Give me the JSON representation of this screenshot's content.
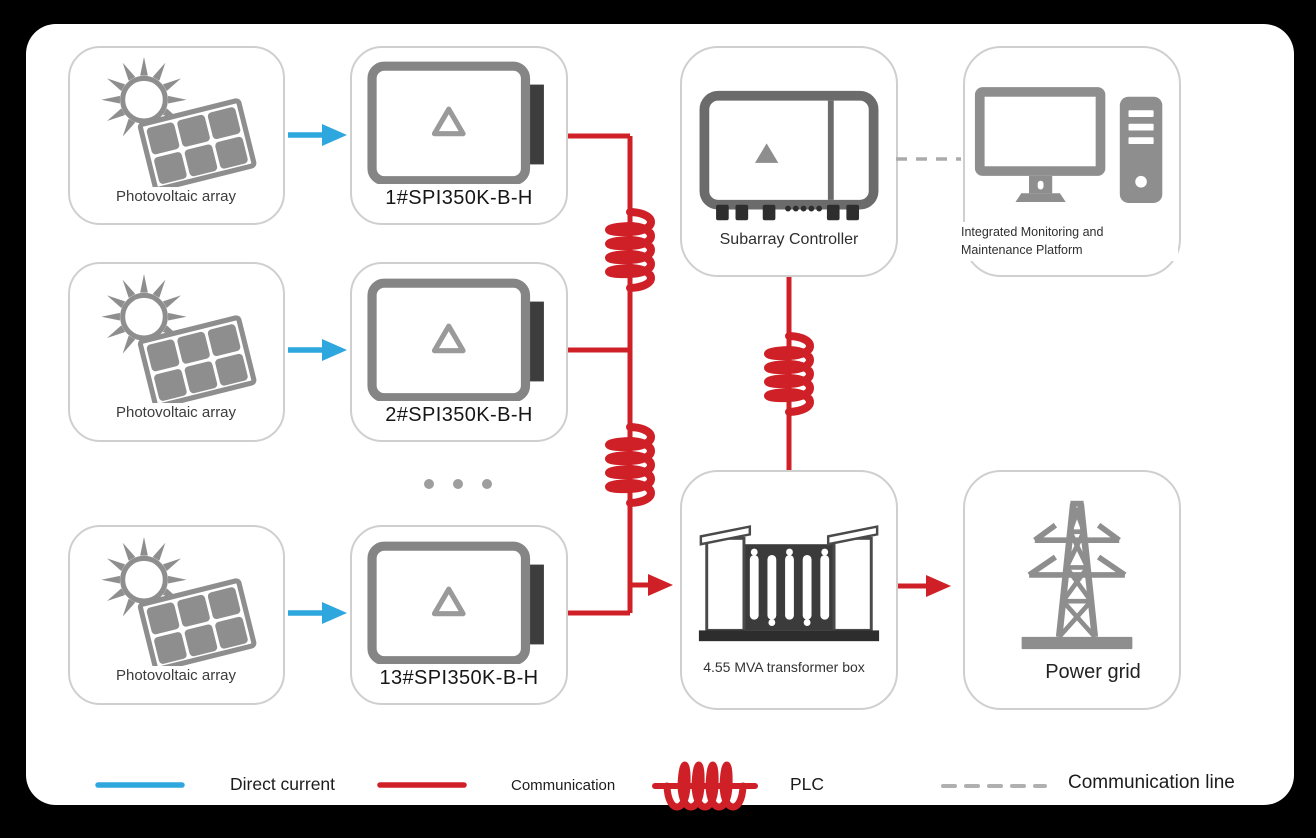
{
  "nodes": {
    "pv_arrays": [
      {
        "label": "Photovoltaic array"
      },
      {
        "label": "Photovoltaic array"
      },
      {
        "label": "Photovoltaic array"
      }
    ],
    "inverters": [
      {
        "label": "1#SPI350K-B-H"
      },
      {
        "label": "2#SPI350K-B-H"
      },
      {
        "label": "13#SPI350K-B-H"
      }
    ],
    "controller": {
      "label": "Subarray Controller"
    },
    "platform": {
      "label": "Integrated Monitoring and Maintenance Platform"
    },
    "transformer": {
      "label": "4.55 MVA transformer box"
    },
    "power_grid": {
      "label": "Power grid"
    }
  },
  "legend": {
    "items": [
      {
        "name": "direct-current",
        "label": "Direct current",
        "color": "#2ea7de",
        "style": "solid"
      },
      {
        "name": "communication",
        "label": "Communication",
        "color": "#d02027",
        "style": "solid"
      },
      {
        "name": "plc",
        "label": "PLC",
        "color": "#d02027",
        "style": "coil"
      },
      {
        "name": "communication-line",
        "label": "Communication line",
        "color": "#b0b0b0",
        "style": "dashed"
      }
    ]
  },
  "colors": {
    "direct_current_blue": "#2ea7de",
    "communication_red": "#d02027",
    "dashed_gray": "#b0b0b0",
    "icon_gray": "#8e8e8e",
    "box_border_gray": "#cfcfcf",
    "dark_accent": "#3b3b3b"
  }
}
